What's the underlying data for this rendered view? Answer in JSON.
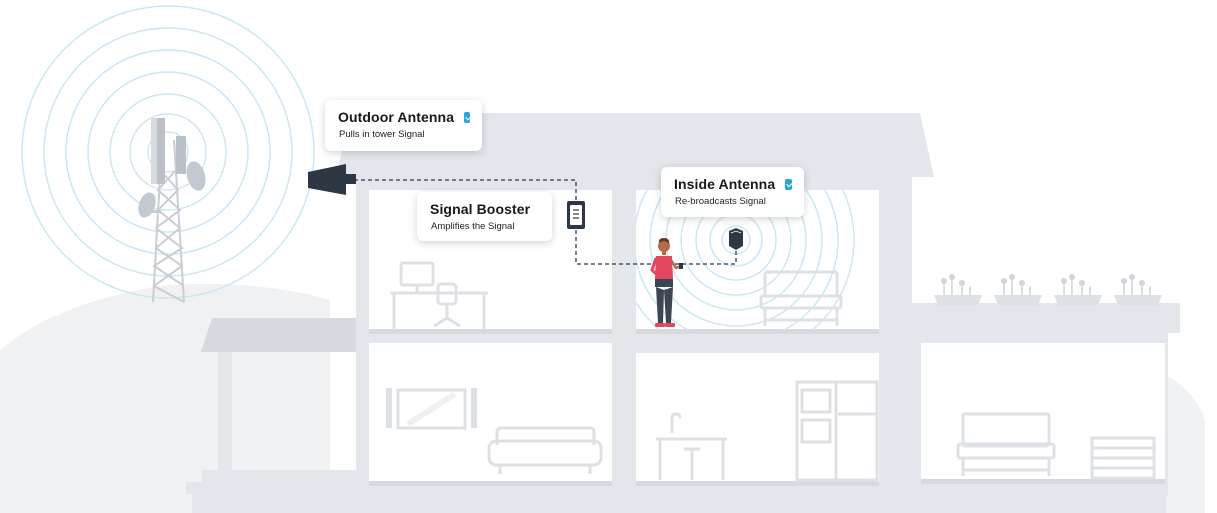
{
  "cards": {
    "outdoor": {
      "title": "Outdoor Antenna",
      "subtitle": "Pulls in tower Signal",
      "checked": true
    },
    "booster": {
      "title": "Signal Booster",
      "subtitle": "Amplifies the Signal",
      "checked": true
    },
    "inside": {
      "title": "Inside Antenna",
      "subtitle": "Re-broadcasts Signal",
      "checked": true
    }
  },
  "colors": {
    "house": "#e3e6ea",
    "house_dark": "#d6dade",
    "ground": "#f0f1f3",
    "signal_ring": "#cbe7f4",
    "check": "#2ba4d8",
    "device": "#2e3844",
    "person_shirt": "#e2475f",
    "person_pants": "#3c4753"
  },
  "icons": [
    "cell-tower-icon",
    "outdoor-antenna-icon",
    "signal-booster-icon",
    "inside-antenna-icon",
    "check-icon"
  ]
}
